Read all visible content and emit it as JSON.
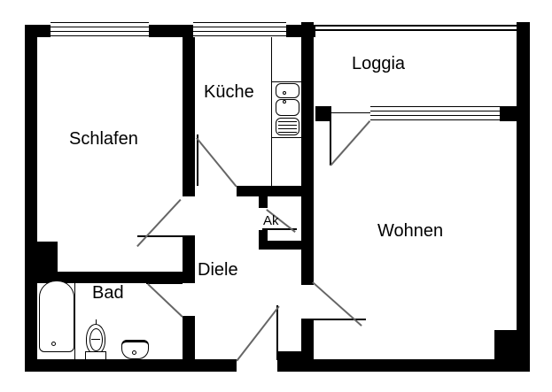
{
  "plan": {
    "type": "apartment-floor-plan",
    "labels": {
      "schlafen": "Schlafen",
      "kueche": "Küche",
      "loggia": "Loggia",
      "wohnen": "Wohnen",
      "diele": "Diele",
      "bad": "Bad",
      "ak": "Ak"
    },
    "fixtures": [
      "bathtub",
      "toilet",
      "washbasin",
      "kitchen-double-sink",
      "stove"
    ],
    "colors": {
      "wall": "#000000",
      "background": "#ffffff",
      "door_swing": "#666666"
    }
  }
}
